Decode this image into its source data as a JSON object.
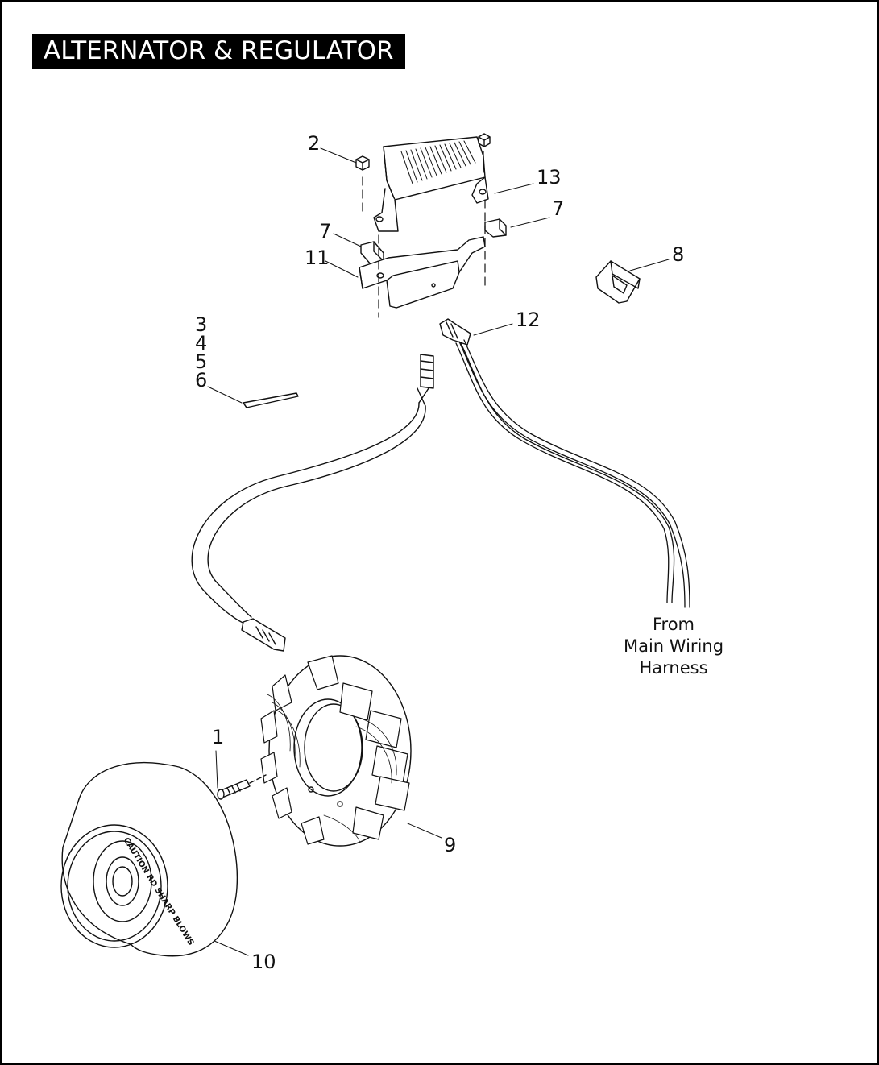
{
  "title": "ALTERNATOR & REGULATOR",
  "callouts": {
    "c1": "1",
    "c2": "2",
    "c3": "3",
    "c4": "4",
    "c5": "5",
    "c6": "6",
    "c7a": "7",
    "c7b": "7",
    "c8": "8",
    "c9": "9",
    "c10": "10",
    "c11": "11",
    "c12": "12",
    "c13": "13"
  },
  "harness_note": {
    "line1": "From",
    "line2": "Main Wiring",
    "line3": "Harness"
  },
  "rotor_text": {
    "caution": "CAUTION RD SHARP BLOWS"
  }
}
